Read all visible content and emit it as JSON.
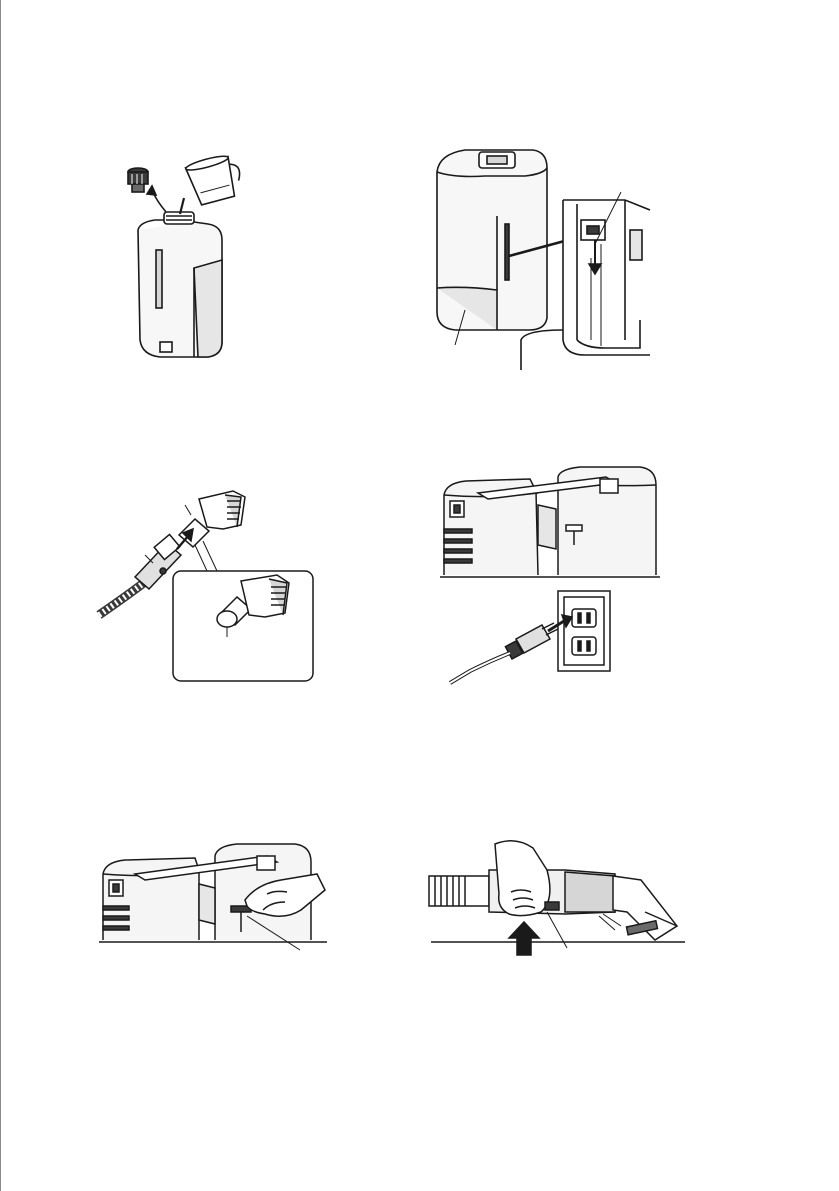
{
  "document": {
    "figures": [
      {
        "id": "fill-tank",
        "icon": "tank-fill-illustration"
      },
      {
        "id": "insert-tank",
        "icon": "tank-insert-illustration"
      },
      {
        "id": "attach-brush",
        "icon": "brush-attach-illustration"
      },
      {
        "id": "plug-in",
        "icon": "power-plug-illustration"
      },
      {
        "id": "lift-latch",
        "icon": "latch-lift-illustration"
      },
      {
        "id": "press-trigger",
        "icon": "trigger-press-illustration"
      }
    ]
  },
  "colors": {
    "line": "#1a1a1a",
    "shade": "#d6d6d6",
    "dark": "#3a3a3a",
    "border": "#8a8a8a"
  }
}
